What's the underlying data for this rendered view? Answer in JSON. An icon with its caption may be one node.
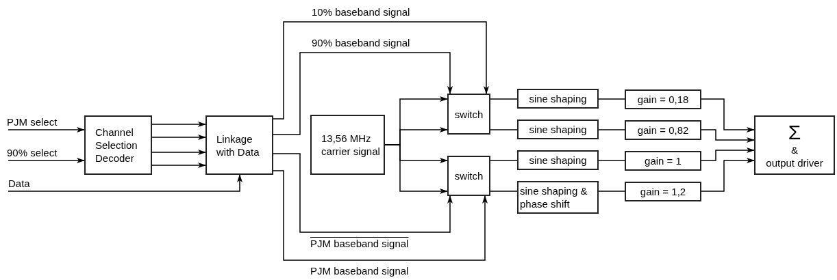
{
  "diagram": {
    "nodes": [
      {
        "text": [
          "Channel Selection Decoder"
        ]
      },
      {
        "text": [
          "Linkage with Data"
        ]
      },
      {
        "text": [
          "13,56 MHz carrier signal"
        ]
      },
      {
        "text": [
          "switch"
        ]
      },
      {
        "text": [
          "switch"
        ]
      },
      {
        "text": [
          "sine shaping"
        ]
      },
      {
        "text": [
          "sine shaping"
        ]
      },
      {
        "text": [
          "sine shaping"
        ]
      },
      {
        "text": [
          "sine shaping & phase shift"
        ]
      },
      {
        "text": [
          "gain = 0,18"
        ]
      },
      {
        "text": [
          "gain = 0,82"
        ]
      },
      {
        "text": [
          "gain = 1"
        ]
      },
      {
        "text": [
          "gain = 1,2"
        ]
      },
      {
        "text": [
          "Σ",
          "&",
          "output driver"
        ]
      }
    ],
    "edges": [
      {
        "from": null,
        "to": 0,
        "arrow": "to",
        "label": "PJM select"
      },
      {
        "from": null,
        "to": 0,
        "arrow": "to",
        "label": "90% select"
      },
      {
        "from": null,
        "to": 1,
        "arrow": "to",
        "label": "Data"
      },
      {
        "from": 0,
        "to": 1,
        "arrow": "to"
      },
      {
        "from": 0,
        "to": 1,
        "arrow": "to"
      },
      {
        "from": 0,
        "to": 1,
        "arrow": "to"
      },
      {
        "from": 0,
        "to": 1,
        "arrow": "to"
      },
      {
        "from": 1,
        "to": 3,
        "arrow": "to",
        "label": "10% baseband signal"
      },
      {
        "from": 1,
        "to": 3,
        "arrow": "to",
        "label": "90% baseband signal"
      },
      {
        "from": 1,
        "to": 4,
        "arrow": "to",
        "label": "PJM baseband signal"
      },
      {
        "from": 1,
        "to": 4,
        "arrow": "to",
        "label": "PJM baseband signal"
      },
      {
        "from": 2,
        "to": 3,
        "arrow": "to"
      },
      {
        "from": 2,
        "to": 3,
        "arrow": "to"
      },
      {
        "from": 2,
        "to": 4,
        "arrow": "to"
      },
      {
        "from": 2,
        "to": 4,
        "arrow": "to"
      },
      {
        "from": 3,
        "to": 5,
        "arrow": "none"
      },
      {
        "from": 3,
        "to": 6,
        "arrow": "none"
      },
      {
        "from": 4,
        "to": 7,
        "arrow": "none"
      },
      {
        "from": 4,
        "to": 8,
        "arrow": "none"
      },
      {
        "from": 5,
        "to": 9,
        "arrow": "none"
      },
      {
        "from": 6,
        "to": 10,
        "arrow": "none"
      },
      {
        "from": 7,
        "to": 11,
        "arrow": "none"
      },
      {
        "from": 8,
        "to": 12,
        "arrow": "none"
      },
      {
        "from": 9,
        "to": 13,
        "arrow": "to"
      },
      {
        "from": 10,
        "to": 13,
        "arrow": "to"
      },
      {
        "from": 11,
        "to": 13,
        "arrow": "to"
      },
      {
        "from": 12,
        "to": 13,
        "arrow": "to"
      }
    ]
  }
}
